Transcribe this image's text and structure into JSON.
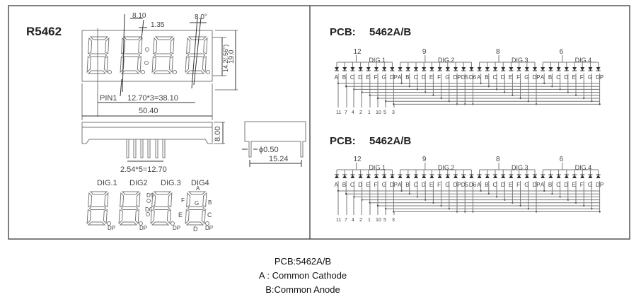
{
  "left": {
    "model": "R5462",
    "dims": {
      "seg_width": "8.10",
      "seg_gap": "1.35",
      "tilt": "8.0°",
      "digit_height": "14.2(.56\")",
      "body_height": "19.0",
      "pin1": "PIN1",
      "digit_pitch": "12.70*3=38.10",
      "body_width": "50.40",
      "depth": "8.00",
      "pin_dia": "ϕ0.50",
      "row_spacing": "15.24",
      "pin_pitch": "2.54*5=12.70"
    },
    "digit_labels": [
      "DIG.1",
      "DIG2",
      "DIG.3",
      "DIG4"
    ],
    "segment_labels": {
      "a": "A",
      "b": "B",
      "c": "C",
      "d": "D",
      "e": "E",
      "f": "F",
      "g": "G",
      "dp": "DP",
      "d5": "D5",
      "d6": "D6"
    }
  },
  "schematics": [
    {
      "title": "PCB:",
      "part": "5462A/B",
      "type": "common-cathode",
      "common_pins": [
        "12",
        "9",
        "8",
        "6"
      ],
      "digit_names": [
        "DIG.1",
        "DIG.2",
        "DIG.3",
        "DIG.4"
      ],
      "segments": [
        [
          "A",
          "B",
          "C",
          "D",
          "E",
          "F",
          "G",
          "DP"
        ],
        [
          "A",
          "B",
          "C",
          "D",
          "E",
          "F",
          "G",
          "DP",
          "D5",
          "D6"
        ],
        [
          "A",
          "B",
          "C",
          "D",
          "E",
          "F",
          "G",
          "DP"
        ],
        [
          "A",
          "B",
          "C",
          "D",
          "E",
          "F",
          "G",
          "DP"
        ]
      ],
      "segment_pins": [
        "11",
        "7",
        "4",
        "2",
        "1",
        "10",
        "5",
        "3"
      ]
    },
    {
      "title": "PCB:",
      "part": "5462A/B",
      "type": "common-anode",
      "common_pins": [
        "12",
        "9",
        "8",
        "6"
      ],
      "digit_names": [
        "DIG.1",
        "DIG.2",
        "DIG.3",
        "DIG.4"
      ],
      "segments": [
        [
          "A",
          "B",
          "C",
          "D",
          "E",
          "F",
          "G",
          "DP"
        ],
        [
          "A",
          "B",
          "C",
          "D",
          "E",
          "F",
          "G",
          "DP",
          "D5",
          "D6"
        ],
        [
          "A",
          "B",
          "C",
          "D",
          "E",
          "F",
          "G",
          "DP"
        ],
        [
          "A",
          "B",
          "C",
          "D",
          "E",
          "F",
          "G",
          "DP"
        ]
      ],
      "segment_pins": [
        "11",
        "7",
        "4",
        "2",
        "1",
        "10",
        "5",
        "3"
      ]
    }
  ],
  "caption": {
    "line1": "PCB:5462A/B",
    "line2": "A : Common Cathode",
    "line3": "B:Common Anode"
  }
}
